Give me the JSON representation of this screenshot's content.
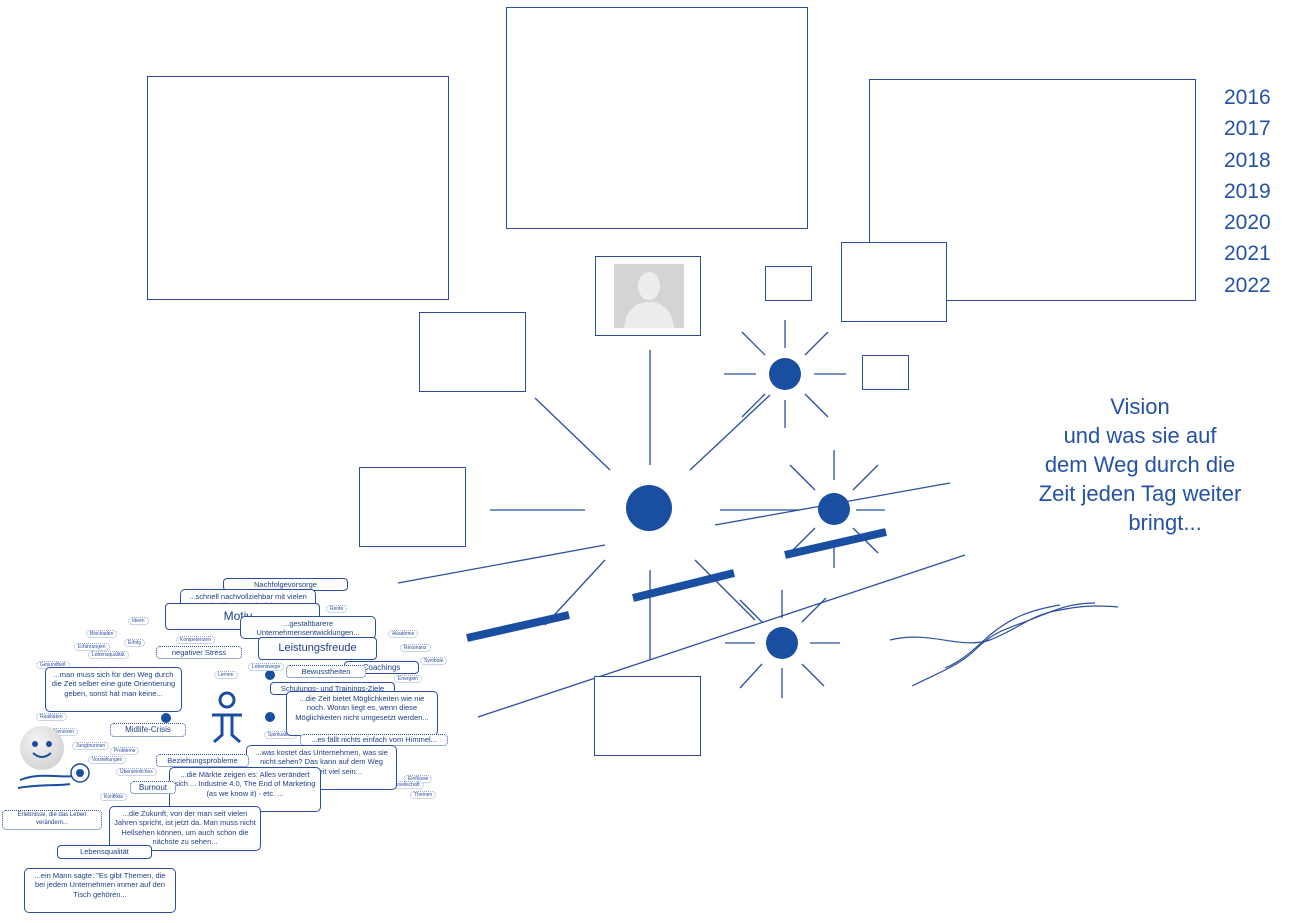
{
  "years": [
    "2016",
    "2017",
    "2018",
    "2019",
    "2020",
    "2021",
    "2022"
  ],
  "vision_lines": [
    "Vision",
    "und was sie auf",
    "dem Weg durch die",
    "Zeit jeden Tag weiter",
    "bringt..."
  ],
  "notes": {
    "nachfolge": "Nachfolgevorsorge",
    "schnell": "...schnell nachvollziehbar mit vielen denkbaren Beispielen...",
    "motiv": "Motiv...",
    "gestaltbar": "...gestaltbarere Unternehmensentwicklungen...",
    "leistung": "Leistungsfreude",
    "stress": "negativer Stress",
    "coachings": "Coachings",
    "bewusst": "Bewusstheiten",
    "schulungen": "Schulungs- und Trainings-Ziele",
    "weg": "...man muss sich für den Weg durch die Zeit selber eine gute Orientierung geben, sonst hat man keine...",
    "zeit_bietet": "...die Zeit bietet Möglichkeiten wie nie noch. Woran liegt es, wenn diese Möglichkeiten nicht umgesetzt werden...",
    "himmel": "...es fällt nichts einfach vom Himmel...",
    "midlife": "Midlife-Crisis",
    "kostet": "...was kostet das Unternehmen, was sie nicht sehen? Das kann auf dem Weg durch die Zeit viel sein...",
    "beziehung": "Beziehungsprobleme",
    "maerkte": "...die Märkte zeigen es: Alles verändert sich ... Industrie 4.0, The End of Marketing (as we know it) - etc. ...",
    "burnout": "Burnout",
    "zukunft": "...die Zukunft, von der man seit vielen Jahren spricht, ist jetzt da. Man muss nicht Hellsehen können, um auch schon die nächste zu sehen...",
    "lebensqualitaet": "Lebensqualität",
    "erlebnisse": "Erlebnisse, die das Leben verändern...",
    "mann": "...ein Mann sagte: \"Es gibt Themen, die bei jedem Unternehmen immer auf den Tisch gehören..."
  },
  "keywords": [
    "Ideen",
    "Blockaden",
    "Erfolg",
    "Kompetenzen",
    "Erfahrungen",
    "Lebensqualität",
    "Rente",
    "Akademie",
    "Resonanz",
    "Symbole",
    "Energien",
    "Gesundheit",
    "Realitäten",
    "Senioren",
    "Jungbrunnen",
    "Probleme",
    "Vorstellungen",
    "Übersinnliches",
    "Konflikte",
    "Lernen",
    "Spiritualität",
    "Themen",
    "Einflüsse",
    "Gesellschaft",
    "Lebenswege"
  ],
  "colors": {
    "primary": "#1a4ea0",
    "line": "#2b4fa0"
  }
}
